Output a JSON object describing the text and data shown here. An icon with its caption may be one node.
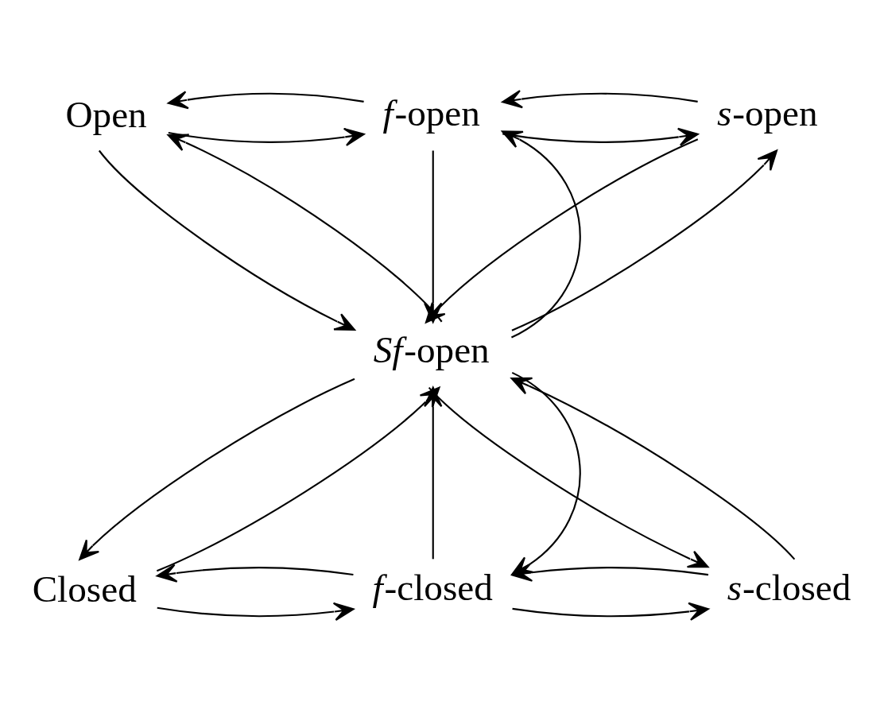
{
  "diagram": {
    "nodes": [
      {
        "text": [
          "Open"
        ]
      },
      {
        "text": [
          "*f*-open"
        ]
      },
      {
        "text": [
          "*s*-open"
        ]
      },
      {
        "text": [
          "*Sf*-open"
        ]
      },
      {
        "text": [
          "Closed"
        ]
      },
      {
        "text": [
          "*f*-closed"
        ]
      },
      {
        "text": [
          "*s*-closed"
        ]
      }
    ],
    "edges": [
      {
        "from": 0,
        "to": 1,
        "arrow": "to"
      },
      {
        "from": 1,
        "to": 0,
        "arrow": "to"
      },
      {
        "from": 1,
        "to": 2,
        "arrow": "to"
      },
      {
        "from": 2,
        "to": 1,
        "arrow": "to"
      },
      {
        "from": 3,
        "to": 0,
        "arrow": "to"
      },
      {
        "from": 0,
        "to": 3,
        "arrow": "to"
      },
      {
        "from": 1,
        "to": 3,
        "arrow": "to"
      },
      {
        "from": 3,
        "to": 1,
        "arrow": "to"
      },
      {
        "from": 2,
        "to": 3,
        "arrow": "to"
      },
      {
        "from": 3,
        "to": 2,
        "arrow": "to"
      },
      {
        "from": 4,
        "to": 3,
        "arrow": "to"
      },
      {
        "from": 3,
        "to": 4,
        "arrow": "to"
      },
      {
        "from": 5,
        "to": 3,
        "arrow": "to"
      },
      {
        "from": 3,
        "to": 5,
        "arrow": "to"
      },
      {
        "from": 3,
        "to": 6,
        "arrow": "to"
      },
      {
        "from": 6,
        "to": 3,
        "arrow": "to"
      },
      {
        "from": 4,
        "to": 5,
        "arrow": "to"
      },
      {
        "from": 5,
        "to": 4,
        "arrow": "to"
      },
      {
        "from": 5,
        "to": 6,
        "arrow": "to"
      },
      {
        "from": 6,
        "to": 5,
        "arrow": "to"
      }
    ]
  }
}
